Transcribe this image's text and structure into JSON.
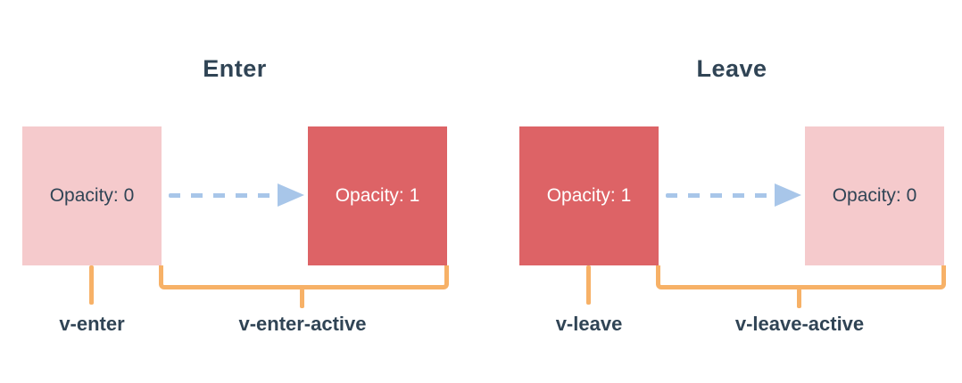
{
  "diagram": {
    "name": "transition-classes-diagram",
    "sections": [
      {
        "id": "enter",
        "title": "Enter",
        "start_box": {
          "label": "Opacity: 0",
          "variant": "faded"
        },
        "end_box": {
          "label": "Opacity: 1",
          "variant": "solid"
        },
        "line_label": "v-enter",
        "bracket_label": "v-enter-active"
      },
      {
        "id": "leave",
        "title": "Leave",
        "start_box": {
          "label": "Opacity: 1",
          "variant": "solid"
        },
        "end_box": {
          "label": "Opacity: 0",
          "variant": "faded"
        },
        "line_label": "v-leave",
        "bracket_label": "v-leave-active"
      }
    ],
    "colors": {
      "faded_box": "#f5cacc",
      "solid_box": "#dd6366",
      "arrow": "#a8c6e9",
      "marker": "#f7b167",
      "text_dark": "#304455",
      "text_on_solid": "#ffffff",
      "background": "#ffffff"
    }
  }
}
